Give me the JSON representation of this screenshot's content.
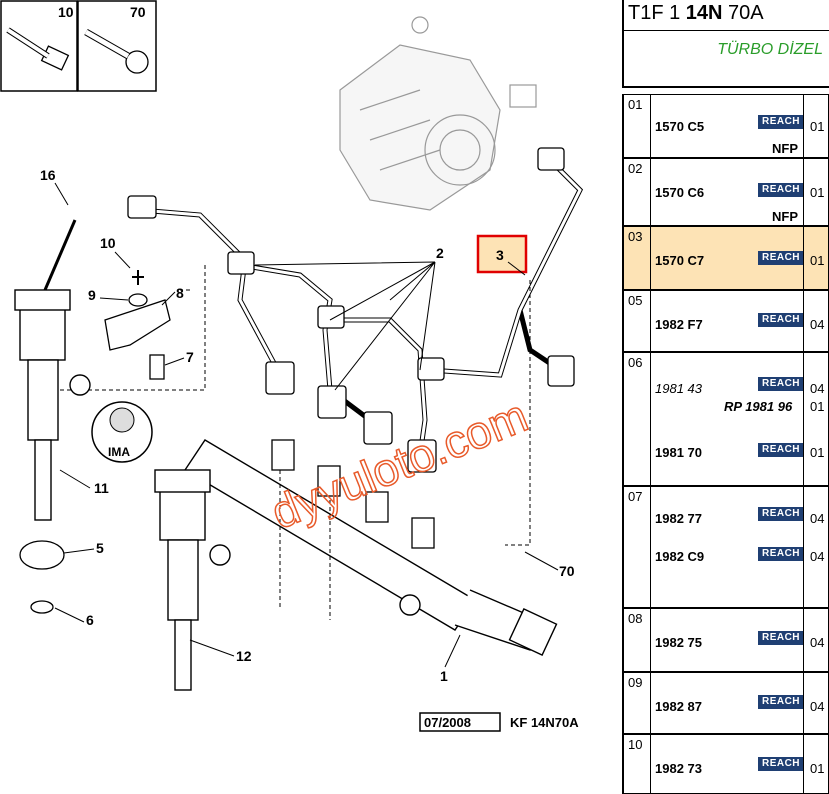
{
  "diagram": {
    "kit_boxes": [
      {
        "label": "10"
      },
      {
        "label": "70"
      }
    ],
    "callouts": [
      "16",
      "10",
      "9",
      "8",
      "7",
      "2",
      "3",
      "11",
      "5",
      "6",
      "12",
      "1",
      "70"
    ],
    "ima_label": "IMA",
    "watermark": "dyyuloto.com",
    "footer_date": "07/2008",
    "footer_code": "KF 14N70A"
  },
  "panel": {
    "title_prefix": "T1F 1 ",
    "title_bold": "14N",
    "title_suffix": " 70A",
    "subtitle": "TÜRBO DİZEL",
    "rows": [
      {
        "pos": "01",
        "entries": [
          {
            "ref": "1570 C5",
            "badge": "REACH",
            "qty": "01",
            "note": "NFP"
          }
        ]
      },
      {
        "pos": "02",
        "entries": [
          {
            "ref": "1570 C6",
            "badge": "REACH",
            "qty": "01",
            "note": "NFP"
          }
        ]
      },
      {
        "pos": "03",
        "selected": true,
        "entries": [
          {
            "ref": "1570 C7",
            "badge": "REACH",
            "qty": "01"
          }
        ]
      },
      {
        "pos": "05",
        "entries": [
          {
            "ref": "1982 F7",
            "badge": "REACH",
            "qty": "04"
          }
        ]
      },
      {
        "pos": "06",
        "entries": [
          {
            "ref": "1981 43",
            "badge": "REACH",
            "qty": "04",
            "italic": true
          },
          {
            "ref": "1981 70",
            "badge": "REACH",
            "qty": "01"
          }
        ],
        "extra": {
          "text": "RP 1981 96",
          "qty": "01"
        }
      },
      {
        "pos": "07",
        "entries": [
          {
            "ref": "1982 77",
            "badge": "REACH",
            "qty": "04"
          },
          {
            "ref": "1982 C9",
            "badge": "REACH",
            "qty": "04"
          }
        ]
      },
      {
        "pos": "08",
        "entries": [
          {
            "ref": "1982 75",
            "badge": "REACH",
            "qty": "04"
          }
        ]
      },
      {
        "pos": "09",
        "entries": [
          {
            "ref": "1982 87",
            "badge": "REACH",
            "qty": "04"
          }
        ]
      },
      {
        "pos": "10",
        "entries": [
          {
            "ref": "1982 73",
            "badge": "REACH",
            "qty": "01"
          }
        ]
      }
    ]
  }
}
